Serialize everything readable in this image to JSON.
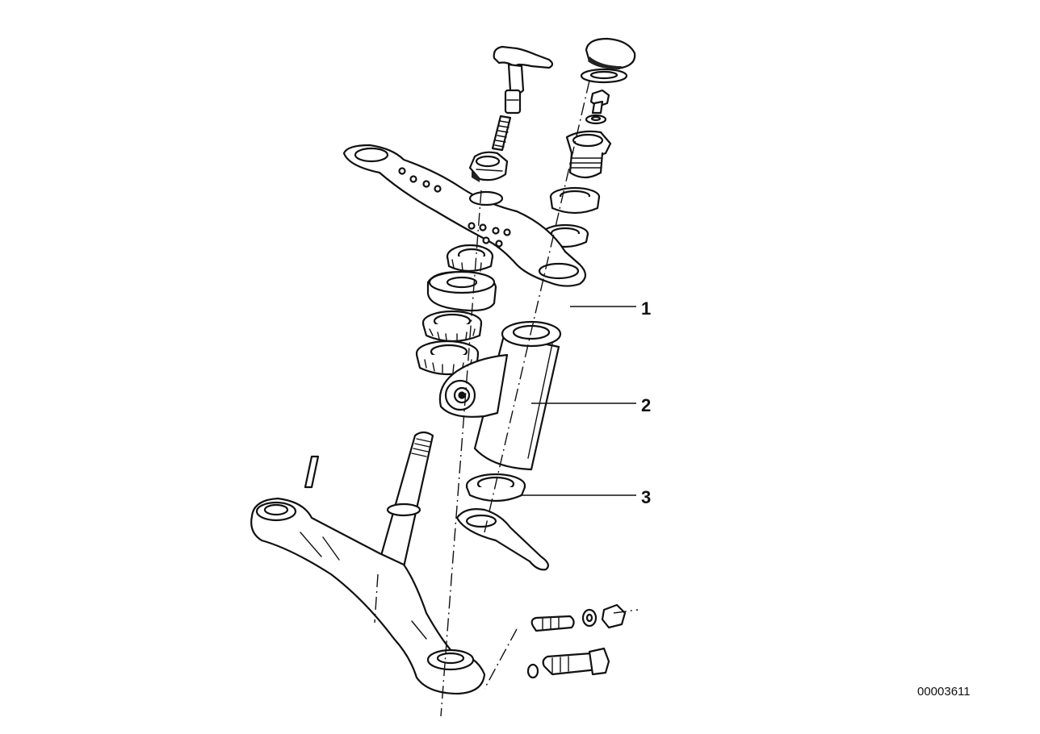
{
  "callouts": [
    {
      "label": "1"
    },
    {
      "label": "2"
    },
    {
      "label": "3"
    }
  ],
  "reference_number": "00003611"
}
